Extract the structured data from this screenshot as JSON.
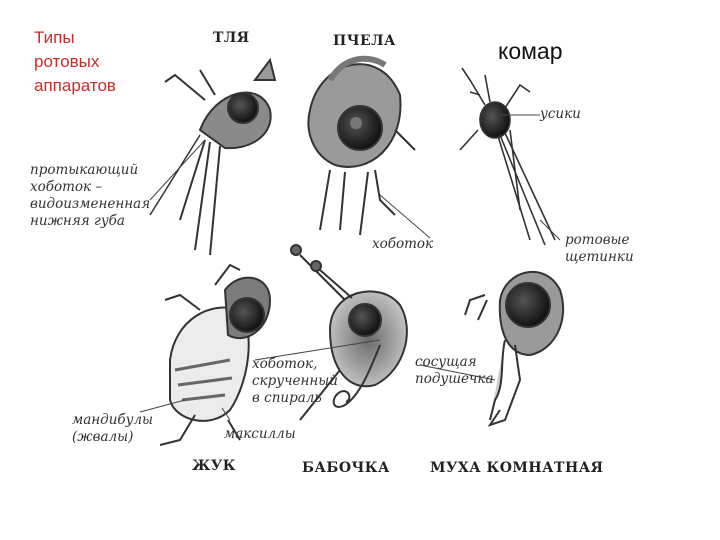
{
  "title": {
    "lines": [
      "Типы",
      "ротовых",
      "аппаратов"
    ]
  },
  "top_right_label": "комар",
  "insects": [
    {
      "caption": "ТЛЯ"
    },
    {
      "caption": "ПЧЕЛА"
    },
    {
      "caption": "ЖУК"
    },
    {
      "caption": "БАБОЧКА"
    },
    {
      "caption": "МУХА КОМНАТНАЯ"
    }
  ],
  "labels": {
    "aphid": [
      "протыкающий",
      "хоботок –",
      "видоизмененная",
      "нижняя губа"
    ],
    "bee_proboscis": "хоботок",
    "mosquito_antennae": "усики",
    "mosquito_mouth": [
      "ротовые",
      "щетинки"
    ],
    "beetle_mandibles": [
      "мандибулы",
      "(жвалы)"
    ],
    "beetle_maxillae": "максиллы",
    "butterfly_proboscis": [
      "хоботок,",
      "скрученный",
      "в спираль"
    ],
    "fly_pad": [
      "сосущая",
      "подушечка"
    ]
  },
  "colors": {
    "title": "#d22a2a",
    "ink": "#2a2a2a"
  }
}
